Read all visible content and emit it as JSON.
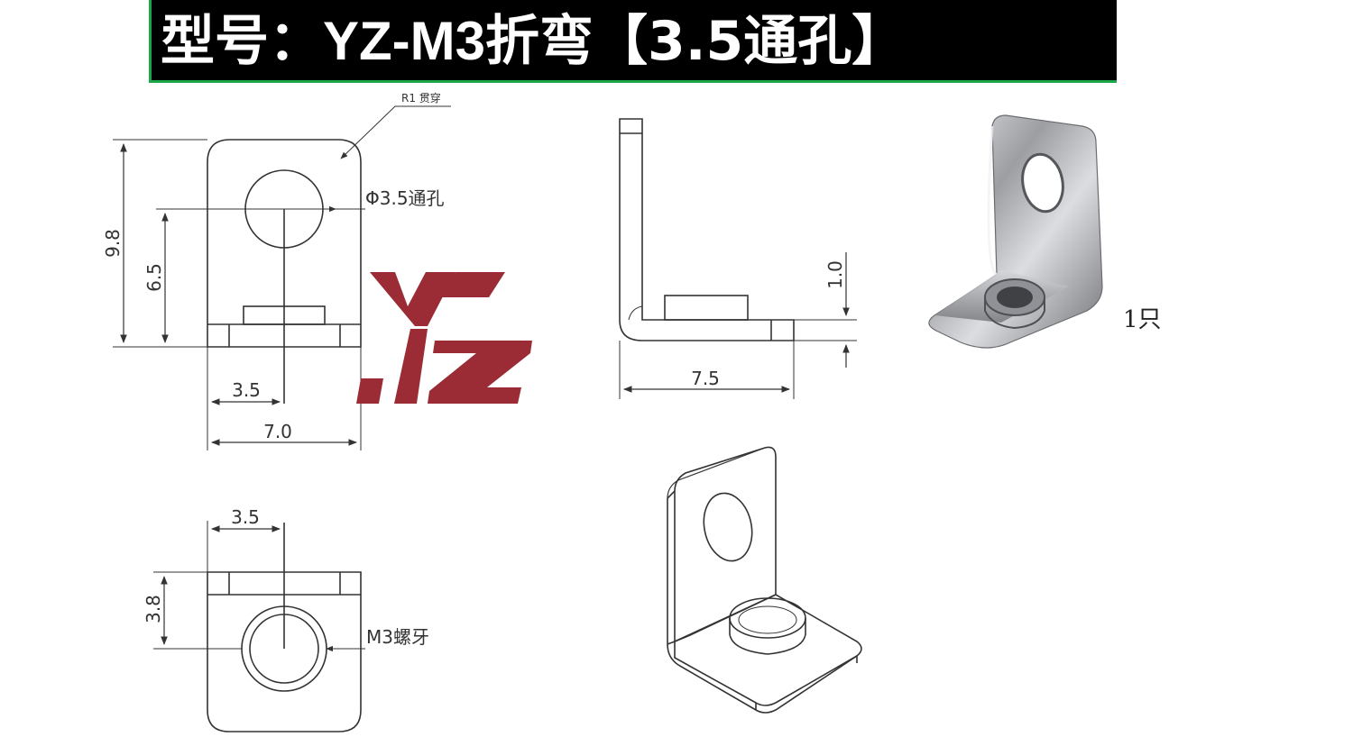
{
  "title": {
    "prefix": "型号：",
    "model": "YZ-M3",
    "suffix": "折弯【3.5通孔】"
  },
  "logo_text": "YZ",
  "front_view": {
    "radius_note": "R1 贯穿",
    "hole_note": "Φ3.5通孔",
    "dim_height": "9.8",
    "dim_hole_center": "6.5",
    "dim_half_width": "3.5",
    "dim_width": "7.0"
  },
  "side_view": {
    "dim_thickness": "1.0",
    "dim_depth": "7.5"
  },
  "bottom_view": {
    "dim_half_width": "3.5",
    "dim_depth": "3.8",
    "thread_note": "M3螺牙"
  },
  "quantity": "1只",
  "colors": {
    "title_bg": "#000000",
    "title_accent": "#1ea64a",
    "logo": "#9b2c35",
    "line": "#333333"
  }
}
